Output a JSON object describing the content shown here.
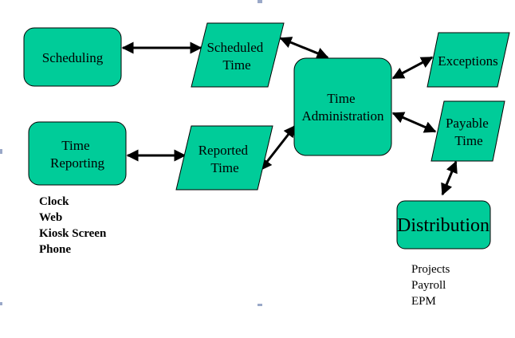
{
  "colors": {
    "fill": "#00CC99",
    "stroke": "#000000",
    "arrow": "#000000",
    "background": "#FFFFFF"
  },
  "nodes": {
    "scheduling": {
      "lines": [
        "Scheduling"
      ]
    },
    "time_reporting": {
      "lines": [
        "Time",
        "Reporting"
      ]
    },
    "scheduled_time": {
      "lines": [
        "Scheduled",
        "Time"
      ]
    },
    "reported_time": {
      "lines": [
        "Reported",
        "Time"
      ]
    },
    "time_administration": {
      "lines": [
        "Time",
        "Administration"
      ]
    },
    "exceptions": {
      "lines": [
        "Exceptions"
      ]
    },
    "payable_time": {
      "lines": [
        "Payable",
        "Time"
      ]
    },
    "distribution": {
      "lines": [
        "Distribution"
      ]
    }
  },
  "reporting_sources": [
    "Clock",
    "Web",
    "Kiosk Screen",
    "Phone"
  ],
  "distribution_targets": [
    "Projects",
    "Payroll",
    "EPM"
  ]
}
